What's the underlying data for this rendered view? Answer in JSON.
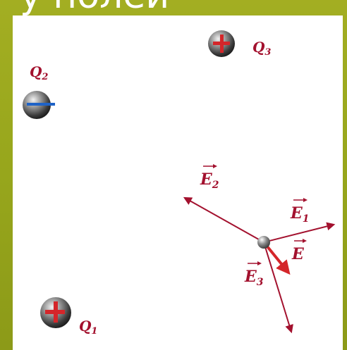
{
  "title_fragment": "у полей",
  "charges": [
    {
      "id": "Q1",
      "name": "Q",
      "sub": "1",
      "sign": "+",
      "sign_color": "#d4262a"
    },
    {
      "id": "Q2",
      "name": "Q",
      "sub": "2",
      "sign": "−",
      "sign_color": "#1f63c7"
    },
    {
      "id": "Q3",
      "name": "Q",
      "sub": "3",
      "sign": "+",
      "sign_color": "#d4262a"
    }
  ],
  "vectors": [
    {
      "id": "E1",
      "name": "E",
      "sub": "1"
    },
    {
      "id": "E2",
      "name": "E",
      "sub": "2"
    },
    {
      "id": "E3",
      "name": "E",
      "sub": "3"
    },
    {
      "id": "E",
      "name": "E",
      "sub": ""
    }
  ],
  "colors": {
    "frame": "#97a61c",
    "panel": "#ffffff",
    "vector": "#a3112e",
    "label": "#a3112e"
  }
}
